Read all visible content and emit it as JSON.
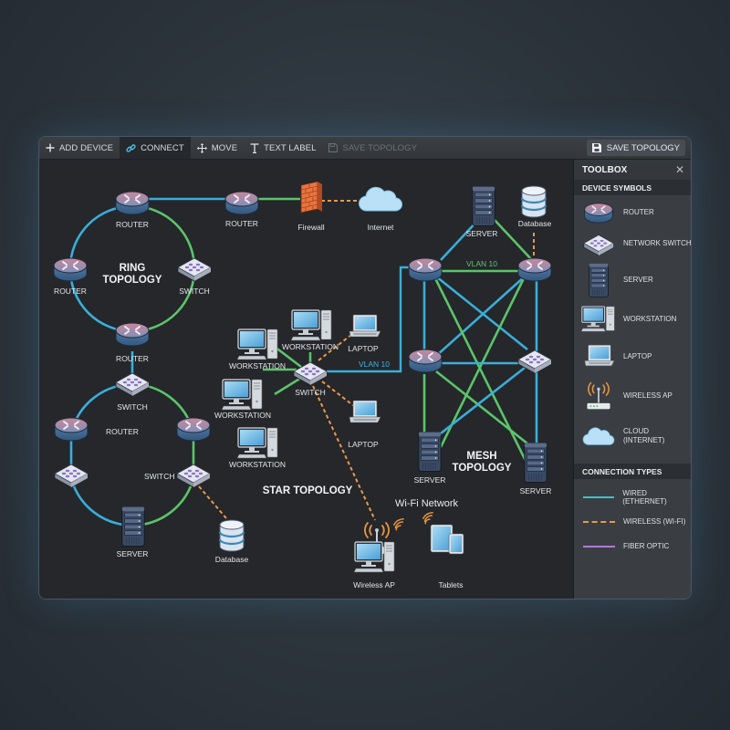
{
  "toolbar": {
    "add_device": "ADD DEVICE",
    "connect": "CONNECT",
    "move": "MOVE",
    "text_label": "TEXT LABEL",
    "save_topology_disabled": "SAVE TOPOLOGY",
    "save_topology": "SAVE TOPOLOGY",
    "active_tool": "connect"
  },
  "colors": {
    "wired_blue": "#3aaed8",
    "wired_green": "#5cc46a",
    "wireless": "#e89a4a",
    "fiber": "#b07ad8",
    "firewall": "#e0663a"
  },
  "canvas": {
    "ring_top": {
      "title": "RING\nTOPOLOGY",
      "title_line1": "RING",
      "title_line2": "TOPOLOGY",
      "nodes": [
        "ROUTER",
        "SWITCH",
        "ROUTER",
        "ROUTER"
      ]
    },
    "internet_chain": {
      "router": "ROUTER",
      "firewall": "Firewall",
      "internet": "Internet"
    },
    "ring_bottom": {
      "switch_top": "SWITCH",
      "router_left": "ROUTER",
      "switch_right": "SWITCH",
      "server": "SERVER",
      "database": "Database"
    },
    "star": {
      "title": "STAR TOPOLOGY",
      "switch": "SWITCH",
      "workstations": [
        "WORKSTATION",
        "WORKSTATION",
        "WORKSTATION",
        "WORKSTATION"
      ],
      "laptops": [
        "LAPTOP",
        "LAPTOP"
      ],
      "vlan_label": "VLAN 10",
      "wifi_network": "Wi-Fi Network",
      "wireless_ap": "Wireless AP",
      "tablets": "Tablets"
    },
    "mesh": {
      "title_line1": "MESH",
      "title_line2": "TOPOLOGY",
      "server_top": "SERVER",
      "database": "Database",
      "vlan_label": "VLAN 10",
      "servers": [
        "SERVER",
        "SERVER"
      ]
    }
  },
  "toolbox": {
    "title": "TOOLBOX",
    "device_symbols_header": "DEVICE SYMBOLS",
    "devices": [
      {
        "label": "ROUTER",
        "icon": "router-icon"
      },
      {
        "label": "NETWORK SWITCH",
        "icon": "switch-icon"
      },
      {
        "label": "SERVER",
        "icon": "server-icon"
      },
      {
        "label": "WORKSTATION",
        "icon": "workstation-icon"
      },
      {
        "label": "LAPTOP",
        "icon": "laptop-icon"
      },
      {
        "label": "WIRELESS AP",
        "icon": "wireless-ap-icon"
      },
      {
        "label": "CLOUD\n(INTERNET)",
        "label_line1": "CLOUD",
        "label_line2": "(INTERNET)",
        "icon": "cloud-icon"
      }
    ],
    "connection_types_header": "CONNECTION TYPES",
    "connections": [
      {
        "label": "WIRED (ETHERNET)",
        "style": "solid",
        "color": "#3fc4c4"
      },
      {
        "label": "WIRELESS (WI-FI)",
        "style": "dashed",
        "color": "#e89a4a"
      },
      {
        "label": "FIBER OPTIC",
        "style": "solid",
        "color": "#b07ad8"
      }
    ]
  }
}
